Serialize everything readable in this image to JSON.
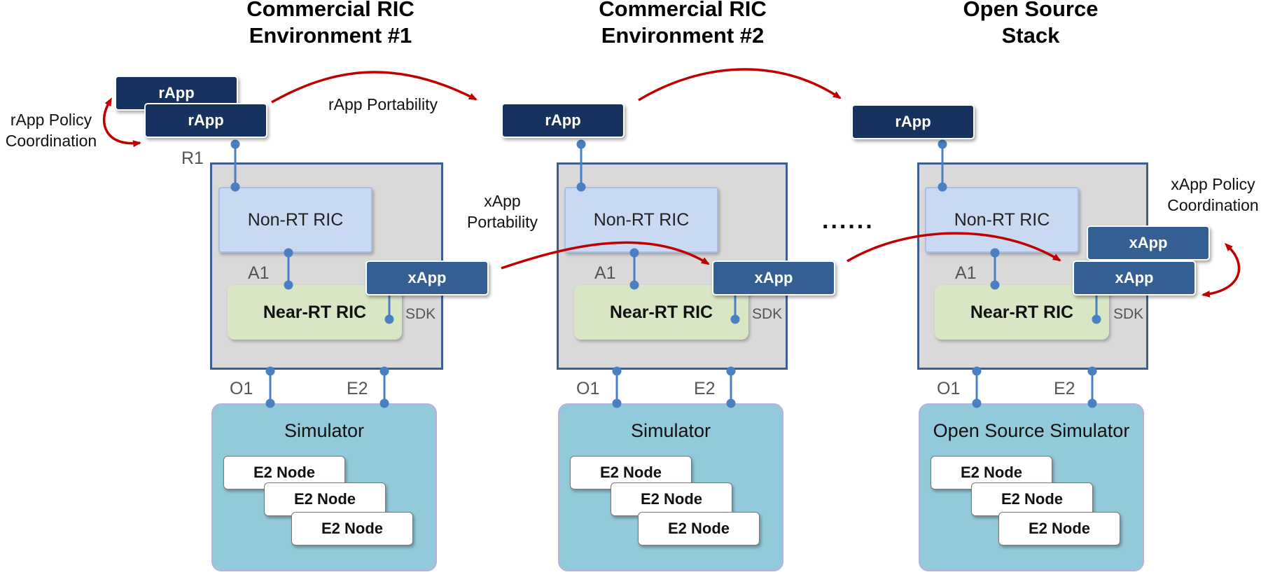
{
  "titles": [
    {
      "line1": "Commercial RIC",
      "line2": "Environment #1"
    },
    {
      "line1": "Commercial RIC",
      "line2": "Environment #2"
    },
    {
      "line1": "Open Source",
      "line2": "Stack"
    }
  ],
  "labels": {
    "rapp": "rApp",
    "xapp": "xApp",
    "non_rt_ric": "Non-RT RIC",
    "near_rt_ric": "Near-RT RIC",
    "sdk": "SDK",
    "a1": "A1",
    "r1": "R1",
    "o1": "O1",
    "e2": "E2",
    "e2_node": "E2 Node",
    "simulator": "Simulator",
    "open_source_simulator": "Open Source Simulator"
  },
  "annotations": {
    "rapp_policy_line1": "rApp Policy",
    "rapp_policy_line2": "Coordination",
    "rapp_portability": "rApp Portability",
    "xapp_portability_line1": "xApp",
    "xapp_portability_line2": "Portability",
    "xapp_policy_line1": "xApp Policy",
    "xapp_policy_line2": "Coordination",
    "ellipsis": "......"
  },
  "colors": {
    "rapp": "#15335e",
    "xapp": "#345f92",
    "connector": "#4a7fc1",
    "arrow": "#c00000",
    "ric_box": "#d9d9d9",
    "simulator": "#92cadb"
  }
}
